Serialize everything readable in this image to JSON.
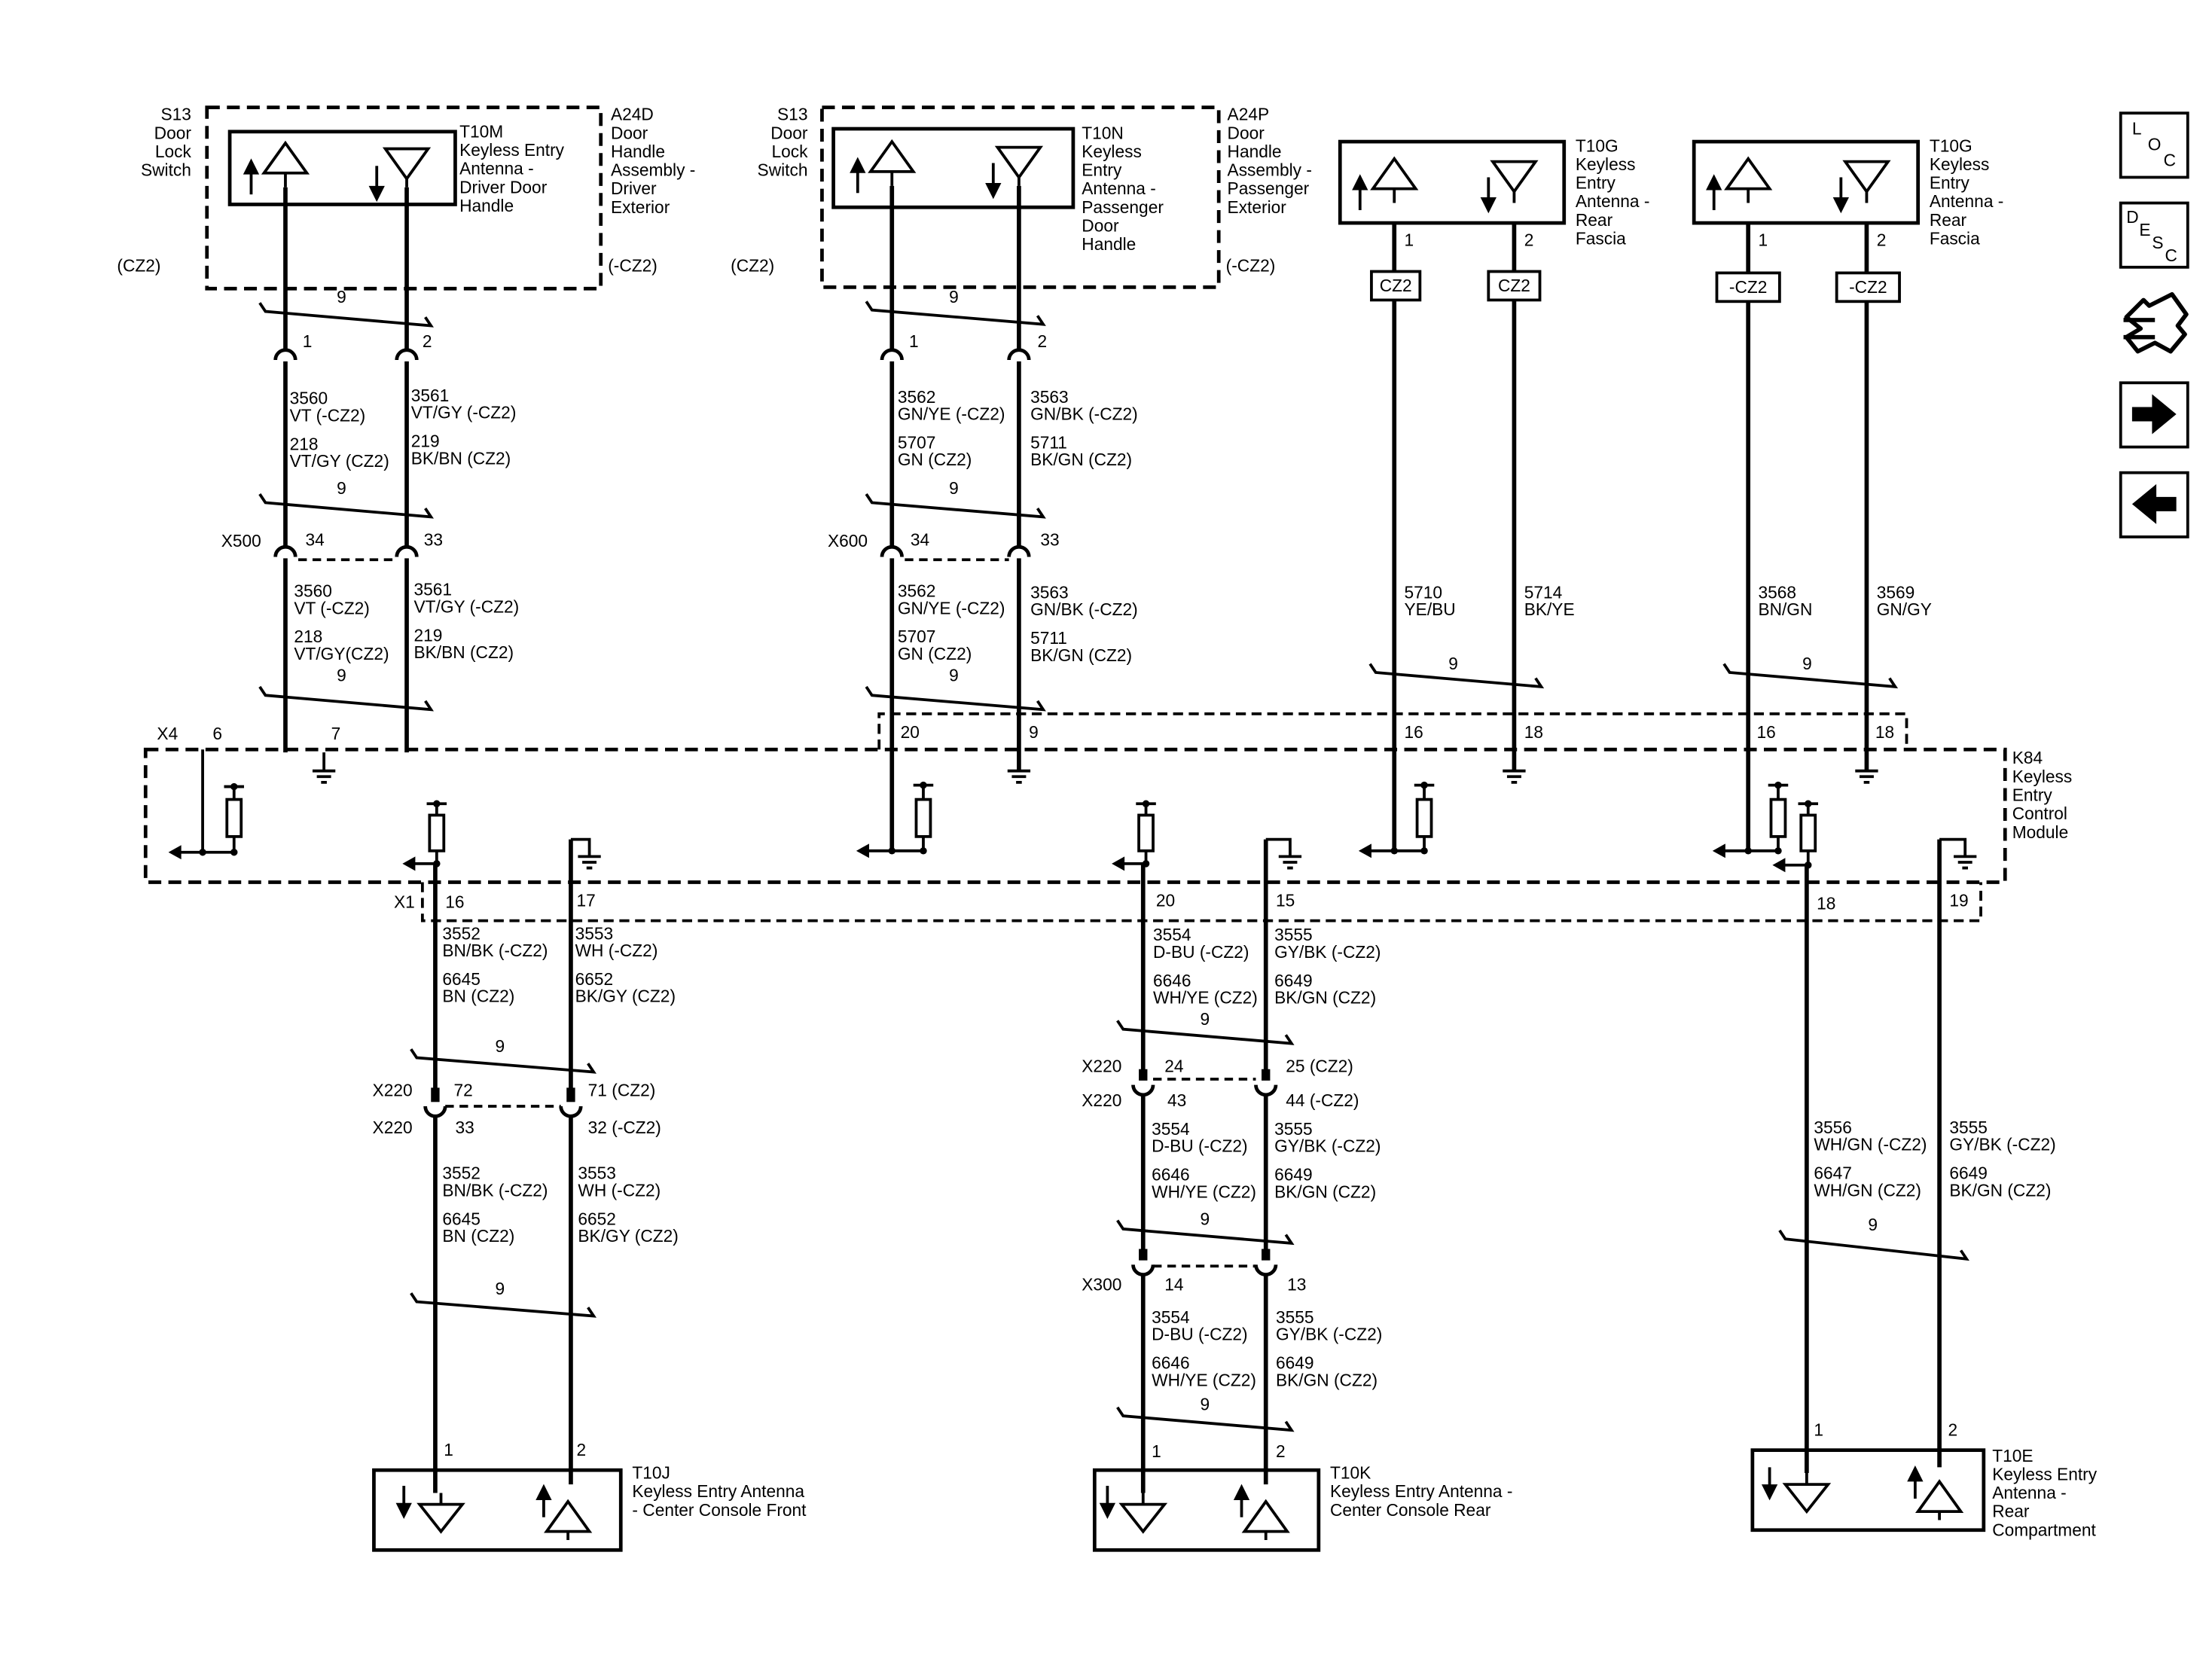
{
  "components": {
    "s13_left": [
      "S13",
      "Door",
      "Lock",
      "Switch"
    ],
    "s13_right": [
      "S13",
      "Door",
      "Lock",
      "Switch"
    ],
    "a24d": [
      "A24D",
      "Door",
      "Handle",
      "Assembly -",
      "Driver",
      "Exterior"
    ],
    "a24p": [
      "A24P",
      "Door",
      "Handle",
      "Assembly -",
      "Passenger",
      "Exterior"
    ],
    "t10m": [
      "T10M",
      "Keyless Entry",
      "Antenna -",
      "Driver Door",
      "Handle"
    ],
    "t10n": [
      "T10N",
      "Keyless",
      "Entry",
      "Antenna -",
      "Passenger",
      "Door",
      "Handle"
    ],
    "t10g_a": [
      "T10G",
      "Keyless",
      "Entry",
      "Antenna -",
      "Rear",
      "Fascia"
    ],
    "t10g_b": [
      "T10G",
      "Keyless",
      "Entry",
      "Antenna -",
      "Rear",
      "Fascia"
    ],
    "k84": [
      "K84",
      "Keyless",
      "Entry",
      "Control",
      "Module"
    ],
    "t10j": [
      "T10J",
      "Keyless Entry Antenna",
      "- Center Console Front"
    ],
    "t10k": [
      "T10K",
      "Keyless Entry Antenna -",
      "Center Console Rear"
    ],
    "t10e": [
      "T10E",
      "Keyless Entry",
      "Antenna -",
      "Rear",
      "Compartment"
    ]
  },
  "options": {
    "cz2_l1": "(CZ2)",
    "ncz2_r1": "(-CZ2)",
    "cz2_l2": "(CZ2)",
    "ncz2_r2": "(-CZ2)",
    "box_cz2_a": "CZ2",
    "box_cz2_b": "CZ2",
    "box_ncz2_a": "-CZ2",
    "box_ncz2_b": "-CZ2"
  },
  "connectors": {
    "x500": "X500",
    "x600": "X600",
    "x4": "X4",
    "x1": "X1",
    "x220_a": "X220",
    "x220_b": "X220",
    "x220_c": "X220",
    "x220_d": "X220",
    "x300": "X300"
  },
  "pins": {
    "t10m_1": "1",
    "t10m_2": "2",
    "x500_34": "34",
    "x500_33": "33",
    "t10n_1": "1",
    "t10n_2": "2",
    "x600_34": "34",
    "x600_33": "33",
    "t10ga_1": "1",
    "t10ga_2": "2",
    "t10gb_1": "1",
    "t10gb_2": "2",
    "x4_6": "6",
    "x4_7": "7",
    "x4_20": "20",
    "x4_9": "9",
    "x4_16a": "16",
    "x4_18a": "18",
    "x4_16b": "16",
    "x4_18b": "18",
    "x1_16": "16",
    "x1_17": "17",
    "x1_20": "20",
    "x1_15": "15",
    "x1_18": "18",
    "x1_19": "19",
    "x220_72": "72",
    "x220_71": "71 (CZ2)",
    "x220_33": "33",
    "x220_32": "32 (-CZ2)",
    "x220_24": "24",
    "x220_25": "25 (CZ2)",
    "x220_43": "43",
    "x220_44": "44 (-CZ2)",
    "x300_14": "14",
    "x300_13": "13",
    "t10j_1": "1",
    "t10j_2": "2",
    "t10k_1": "1",
    "t10k_2": "2",
    "t10e_1": "1",
    "t10e_2": "2"
  },
  "twist_label": "9",
  "wires": {
    "c1a": [
      "3560",
      "VT (-CZ2)",
      "218",
      "VT/GY (CZ2)"
    ],
    "c1b": [
      "3561",
      "VT/GY (-CZ2)",
      "219",
      "BK/BN (CZ2)"
    ],
    "c1c": [
      "3560",
      "VT (-CZ2)",
      "218",
      "VT/GY(CZ2)"
    ],
    "c1d": [
      "3561",
      "VT/GY (-CZ2)",
      "219",
      "BK/BN (CZ2)"
    ],
    "c2a": [
      "3562",
      "GN/YE (-CZ2)",
      "5707",
      "GN (CZ2)"
    ],
    "c2b": [
      "3563",
      "GN/BK (-CZ2)",
      "5711",
      "BK/GN (CZ2)"
    ],
    "c2c": [
      "3562",
      "GN/YE (-CZ2)",
      "5707",
      "GN (CZ2)"
    ],
    "c2d": [
      "3563",
      "GN/BK (-CZ2)",
      "5711",
      "BK/GN (CZ2)"
    ],
    "c3a": [
      "5710",
      "YE/BU"
    ],
    "c3b": [
      "5714",
      "BK/YE"
    ],
    "c4a": [
      "3568",
      "BN/GN"
    ],
    "c4b": [
      "3569",
      "GN/GY"
    ],
    "j1a": [
      "3552",
      "BN/BK (-CZ2)",
      "6645",
      "BN (CZ2)"
    ],
    "j1b": [
      "3553",
      "WH (-CZ2)",
      "6652",
      "BK/GY (CZ2)"
    ],
    "j2a": [
      "3552",
      "BN/BK (-CZ2)",
      "6645",
      "BN (CZ2)"
    ],
    "j2b": [
      "3553",
      "WH (-CZ2)",
      "6652",
      "BK/GY (CZ2)"
    ],
    "k1a": [
      "3554",
      "D-BU (-CZ2)",
      "6646",
      "WH/YE (CZ2)"
    ],
    "k1b": [
      "3555",
      "GY/BK (-CZ2)",
      "6649",
      "BK/GN (CZ2)"
    ],
    "k2a": [
      "3554",
      "D-BU (-CZ2)",
      "6646",
      "WH/YE (CZ2)"
    ],
    "k2b": [
      "3555",
      "GY/BK (-CZ2)",
      "6649",
      "BK/GN (CZ2)"
    ],
    "k3a": [
      "3554",
      "D-BU (-CZ2)",
      "6646",
      "WH/YE (CZ2)"
    ],
    "k3b": [
      "3555",
      "GY/BK (-CZ2)",
      "6649",
      "BK/GN (CZ2)"
    ],
    "e1a": [
      "3556",
      "WH/GN (-CZ2)",
      "6647",
      "WH/GN (CZ2)"
    ],
    "e1b": [
      "3555",
      "GY/BK (-CZ2)",
      "6649",
      "BK/GN (CZ2)"
    ]
  },
  "nav": {
    "loc": [
      "L",
      "O",
      "C"
    ],
    "desc": [
      "D",
      "E",
      "S",
      "C"
    ],
    "icons": [
      "loc-icon",
      "desc-icon",
      "connector-icon",
      "arrow-right-icon",
      "arrow-left-icon"
    ]
  }
}
